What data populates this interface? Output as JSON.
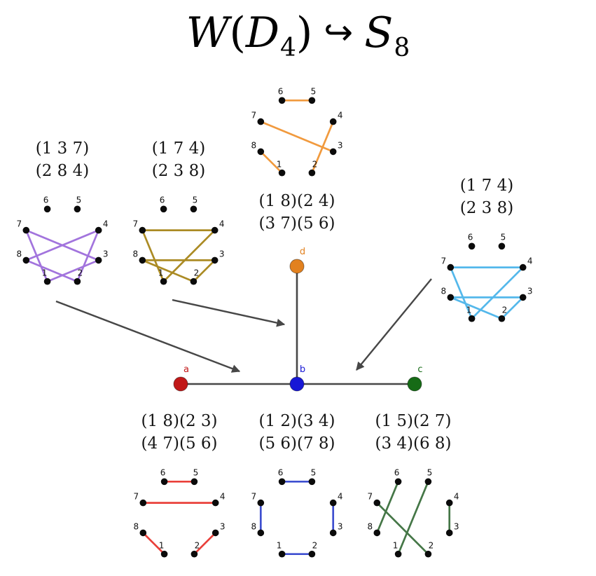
{
  "title": {
    "w": "W",
    "open": "(",
    "d": "D",
    "d_sub": "4",
    "close": ")",
    "arrow": "↪",
    "s": "S",
    "s_sub": "8"
  },
  "vertex_labels": [
    "1",
    "2",
    "3",
    "4",
    "5",
    "6",
    "7",
    "8"
  ],
  "graphs": [
    {
      "name": "purple",
      "color": "#a274dd",
      "perm_lines": [
        "(1 3 7)",
        "(2 8 4)"
      ],
      "edges": [
        [
          1,
          3
        ],
        [
          3,
          7
        ],
        [
          7,
          1
        ],
        [
          2,
          8
        ],
        [
          8,
          4
        ],
        [
          4,
          2
        ]
      ]
    },
    {
      "name": "olive",
      "color": "#ab8b24",
      "perm_lines": [
        "(1 7 4)",
        "(2 3 8)"
      ],
      "edges": [
        [
          1,
          7
        ],
        [
          7,
          4
        ],
        [
          4,
          1
        ],
        [
          2,
          3
        ],
        [
          3,
          8
        ],
        [
          8,
          2
        ]
      ]
    },
    {
      "name": "orange",
      "color": "#f19a3e",
      "perm_lines": [
        "(1 8)(2 4)",
        "(3 7)(5 6)"
      ],
      "edges": [
        [
          1,
          8
        ],
        [
          2,
          4
        ],
        [
          3,
          7
        ],
        [
          5,
          6
        ]
      ]
    },
    {
      "name": "skyblue",
      "color": "#54b8eb",
      "perm_lines": [
        "(1 7 4)",
        "(2 3 8)"
      ],
      "edges": [
        [
          1,
          7
        ],
        [
          7,
          4
        ],
        [
          4,
          1
        ],
        [
          2,
          3
        ],
        [
          3,
          8
        ],
        [
          8,
          2
        ]
      ]
    },
    {
      "name": "red",
      "color": "#e9403a",
      "perm_lines": [
        "(1 8)(2 3)",
        "(4 7)(5 6)"
      ],
      "edges": [
        [
          1,
          8
        ],
        [
          2,
          3
        ],
        [
          4,
          7
        ],
        [
          5,
          6
        ]
      ]
    },
    {
      "name": "blue",
      "color": "#3e4fd0",
      "perm_lines": [
        "(1 2)(3 4)",
        "(5 6)(7 8)"
      ],
      "edges": [
        [
          1,
          2
        ],
        [
          3,
          4
        ],
        [
          5,
          6
        ],
        [
          7,
          8
        ]
      ]
    },
    {
      "name": "green",
      "color": "#457747",
      "perm_lines": [
        "(1 5)(2 7)",
        "(3 4)(6 8)"
      ],
      "edges": [
        [
          1,
          5
        ],
        [
          2,
          7
        ],
        [
          3,
          4
        ],
        [
          6,
          8
        ]
      ]
    }
  ],
  "dynkin": {
    "nodes": [
      {
        "label": "a",
        "color": "#c11818"
      },
      {
        "label": "b",
        "color": "#1717d6"
      },
      {
        "label": "c",
        "color": "#166b16"
      },
      {
        "label": "d",
        "color": "#e2811f"
      }
    ]
  }
}
